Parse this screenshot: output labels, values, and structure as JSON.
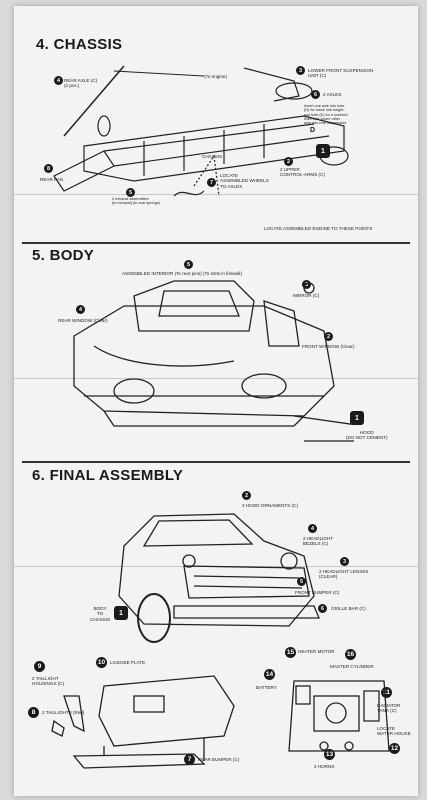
{
  "sections": {
    "chassis": {
      "title": "4. CHASSIS",
      "labels": {
        "rear_axle": "REAR AXLE (C)\n(2 pcs.)",
        "to_engine": "(To engine)",
        "lower_front_suspension": "LOWER FRONT SUSPENSION\nUNIT (C)",
        "axles": "2 AXLES",
        "axle_note": "Insert one axle into hole\n(D) for stock ride height;\nuse hole (E) for a lowered\nfront end. Insert other\naxle into rear suspension.",
        "chassis": "CHASSIS",
        "rear_pan": "REAR PAN",
        "exhaust": "2 exhaust assemblies\n(to exhaust) (to rear springs)",
        "locate_wheels": "LOCATE\nASSEMBLED WHEELS\nTO AXLES",
        "upper_control_arms": "2 UPPER\nCONTROL-ARMS (C)",
        "locate_engine": "LOCATE ASSEMBLED ENGINE TO THESE POINTS",
        "letter_d": "D"
      },
      "numbers": [
        "4",
        "3",
        "6",
        "8",
        "5",
        "7",
        "2",
        "1"
      ]
    },
    "body": {
      "title": "5. BODY",
      "labels": {
        "assembled_interior": "ASSEMBLED INTERIOR (To rear pins) (To slots in firewall)",
        "mirror": "MIRROR (C)",
        "rear_window": "REAR WINDOW (Clear)",
        "front_window": "FRONT WINDOW (Clear)",
        "hood": "HOOD\n(DO NOT CEMENT)"
      },
      "numbers": [
        "5",
        "3",
        "4",
        "2",
        "1"
      ]
    },
    "final": {
      "title": "6. FINAL ASSEMBLY",
      "labels": {
        "hood_ornaments": "2 HOOD ORNAMENTS (C)",
        "headlight_bezels": "2 HEADLIGHT\nBEZELS (C)",
        "headlight_lenses": "2 HEADLIGHT LENSES\n(CLEAR)",
        "front_bumper": "FRONT BUMPER (C)",
        "grille_bar": "GRILLE BAR (C)",
        "body_to_chassis": "BODY\nTO\nCHASSIS",
        "license_plate": "LICENSE PLATE",
        "taillight_housings": "2 TAILLIGHT\nHOUSINGS (C)",
        "taillights": "2 TAILLIGHTS (Red)",
        "rear_bumper": "REAR BUMPER (C)",
        "heater_motor": "HEATER MOTOR",
        "master_cylinder": "MASTER CYLINDER",
        "battery": "BATTERY",
        "radiator_tank": "RADIATOR\nTANK (C)",
        "locate_water_house": "LOCATE\nWATER HOUSE",
        "horns": "2 HORNS"
      },
      "numbers": [
        "2",
        "4",
        "3",
        "5",
        "6",
        "1",
        "9",
        "10",
        "8",
        "7",
        "15",
        "16",
        "14",
        "11",
        "13",
        "12"
      ]
    }
  }
}
